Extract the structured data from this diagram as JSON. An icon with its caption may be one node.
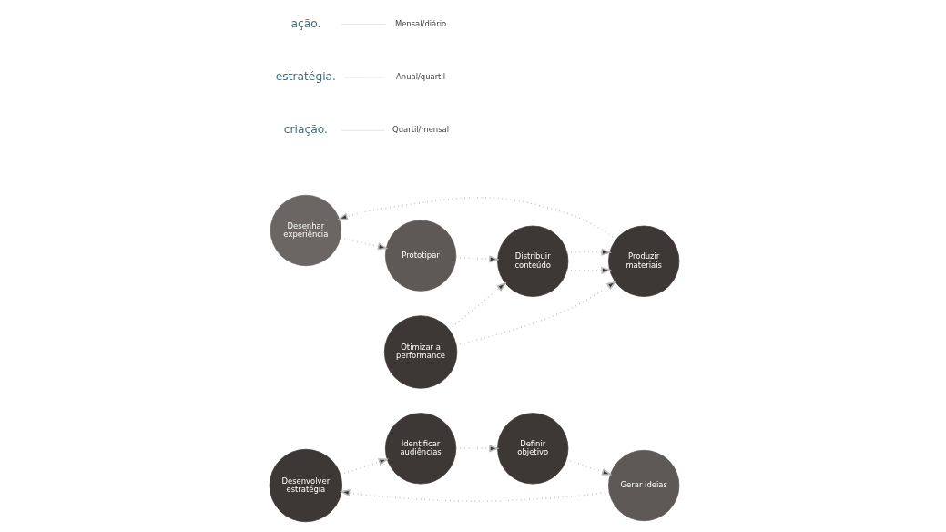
{
  "diagram": {
    "nodes": [
      {
        "text": [
          "Desenvolver estratégia"
        ]
      },
      {
        "text": [
          "Desenhar experiência"
        ]
      },
      {
        "text": [
          "Identificar audiências"
        ]
      },
      {
        "text": [
          "Gerar ideias"
        ]
      },
      {
        "text": [
          "Prototipar"
        ]
      },
      {
        "text": [
          "Otimizar a performance"
        ]
      },
      {
        "text": [
          "Produzir materiais"
        ]
      },
      {
        "text": [
          "Distribuir conteúdo"
        ]
      },
      {
        "text": [
          "Definir objetivo"
        ]
      }
    ],
    "edges": [
      {
        "from": 0,
        "to": 2,
        "arrow": "to"
      },
      {
        "from": 2,
        "to": 8,
        "arrow": "to"
      },
      {
        "from": 8,
        "to": 3,
        "arrow": "to"
      },
      {
        "from": 3,
        "to": 0,
        "arrow": "to"
      },
      {
        "from": 4,
        "to": 7,
        "arrow": "to"
      },
      {
        "from": 7,
        "to": 6,
        "arrow": "to"
      },
      {
        "from": 6,
        "to": 1,
        "arrow": "to"
      },
      {
        "from": 1,
        "to": 4,
        "arrow": "to"
      },
      {
        "from": 5,
        "to": 6,
        "arrow": "to"
      },
      {
        "from": 7,
        "to": 6,
        "arrow": "to"
      },
      {
        "from": 5,
        "to": 7,
        "arrow": "to"
      }
    ],
    "labels": [
      "criação.",
      "Quartil/mensal",
      "estratégia.",
      "Anual/quartil",
      "ação.",
      "Mensal/diário"
    ]
  }
}
